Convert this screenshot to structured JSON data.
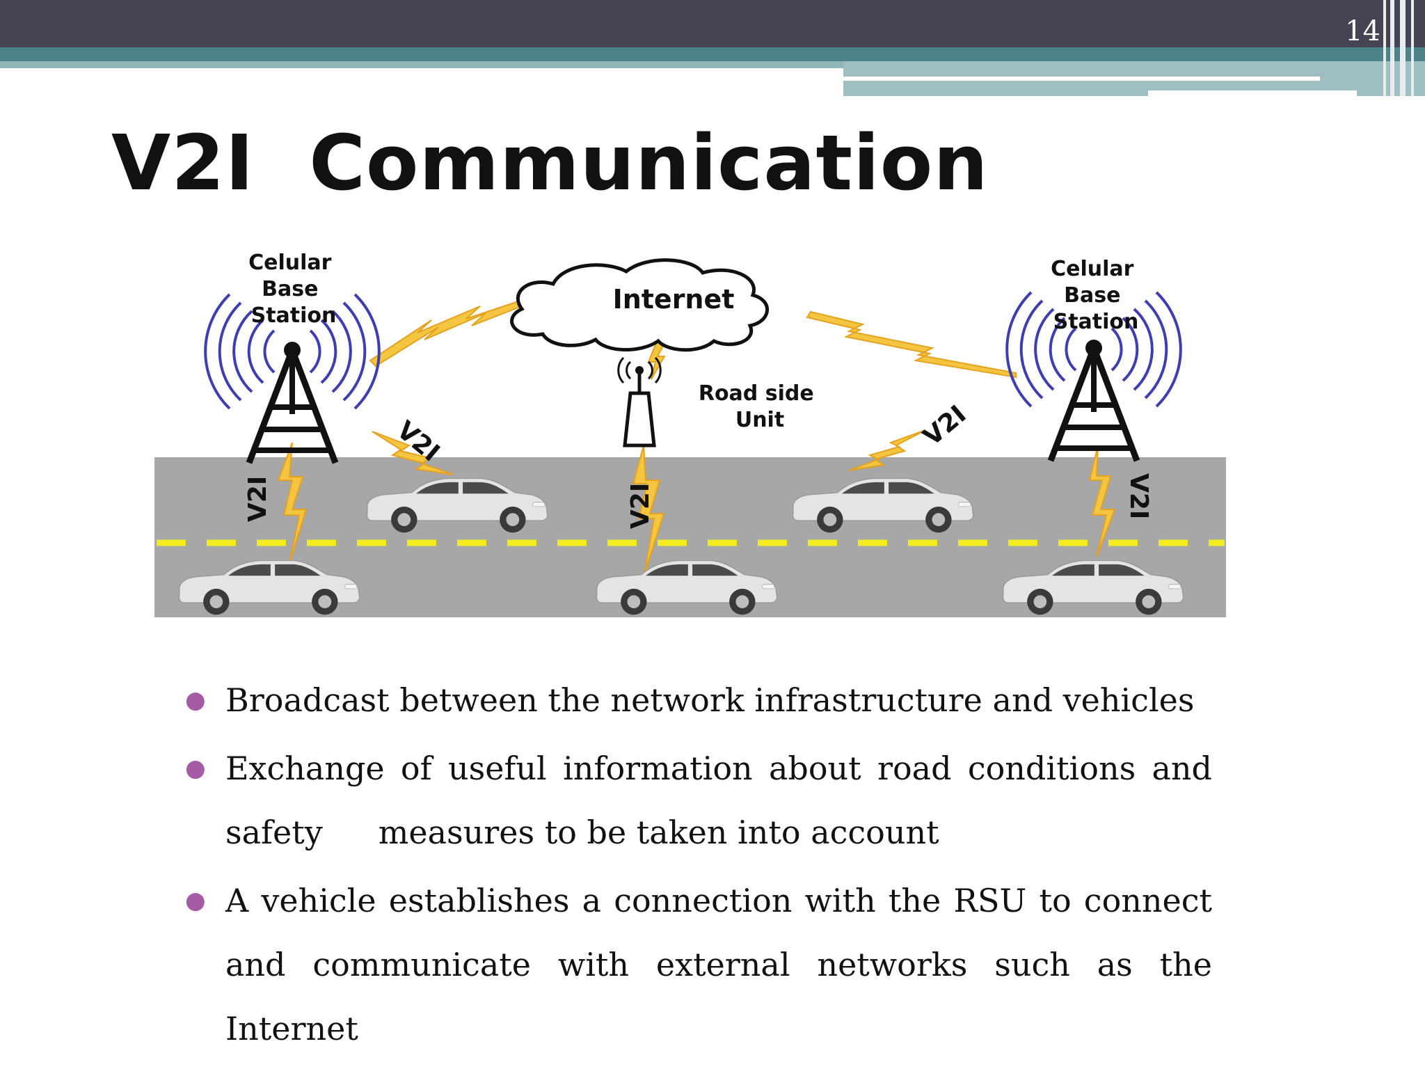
{
  "slide_number": "14",
  "title": "V2I  Communication",
  "diagram": {
    "cloud_label": "Internet",
    "left_station_label": [
      "Celular",
      "Base",
      "Station"
    ],
    "right_station_label": [
      "Celular",
      "Base",
      "Station"
    ],
    "rsu_label": [
      "Road side",
      "Unit"
    ],
    "link_label": "V2I"
  },
  "bullets": {
    "b1": "Broadcast between the network infrastructure and vehicles",
    "b2a": "Exchange of useful information about road conditions and safety",
    "b2b": "measures to be taken into account",
    "b3": "A vehicle establishes a connection with the RSU to connect and communicate with external networks such as the Internet"
  },
  "colors": {
    "header": "#464452",
    "teal_band": "#4c8388",
    "bullet_dot": "#a55ca5",
    "road": "#a7a7a7",
    "lane_marking": "#f5ec1d",
    "lightning": "#f3c541"
  }
}
